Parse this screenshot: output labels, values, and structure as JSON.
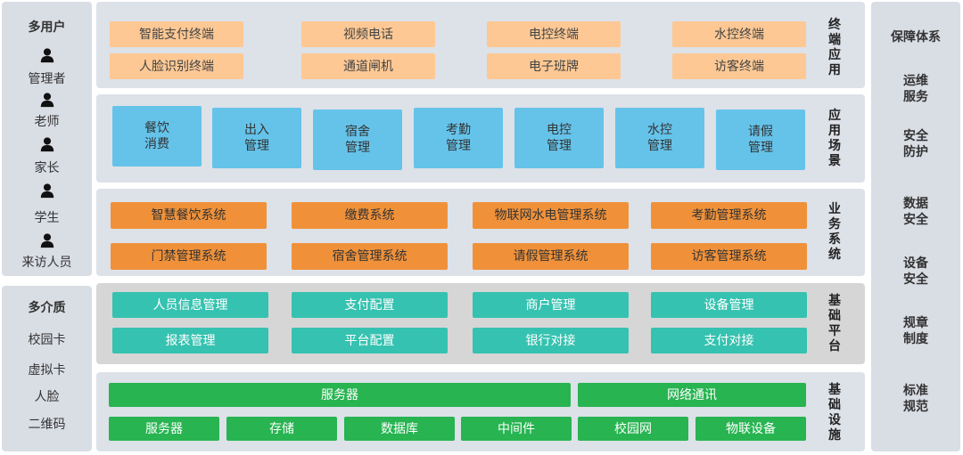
{
  "users": {
    "title": "多用户",
    "items": [
      "管理者",
      "老师",
      "家长",
      "学生",
      "来访人员"
    ]
  },
  "media": {
    "title": "多介质",
    "items": [
      "校园卡",
      "虚拟卡",
      "人脸",
      "二维码"
    ]
  },
  "layers": {
    "terminal": {
      "label": [
        "终",
        "端",
        "应",
        "用"
      ],
      "items": [
        "智能支付终端",
        "视频电话",
        "电控终端",
        "水控终端",
        "人脸识别终端",
        "通道闸机",
        "电子班牌",
        "访客终端"
      ]
    },
    "scenario": {
      "label": [
        "应",
        "用",
        "场",
        "景"
      ],
      "items": [
        [
          "餐饮",
          "消费"
        ],
        [
          "出入",
          "管理"
        ],
        [
          "宿舍",
          "管理"
        ],
        [
          "考勤",
          "管理"
        ],
        [
          "电控",
          "管理"
        ],
        [
          "水控",
          "管理"
        ],
        [
          "请假",
          "管理"
        ]
      ]
    },
    "business": {
      "label": [
        "业",
        "务",
        "系",
        "统"
      ],
      "items": [
        "智慧餐饮系统",
        "缴费系统",
        "物联网水电管理系统",
        "考勤管理系统",
        "门禁管理系统",
        "宿舍管理系统",
        "请假管理系统",
        "访客管理系统"
      ]
    },
    "platform": {
      "label": [
        "基",
        "础",
        "平",
        "台"
      ],
      "items": [
        "人员信息管理",
        "支付配置",
        "商户管理",
        "设备管理",
        "报表管理",
        "平台配置",
        "银行对接",
        "支付对接"
      ]
    },
    "infra": {
      "label": [
        "基",
        "础",
        "设",
        "施"
      ],
      "top": [
        "服务器",
        "网络通讯"
      ],
      "bottom": [
        "服务器",
        "存储",
        "数据库",
        "中间件",
        "校园网",
        "物联设备"
      ]
    }
  },
  "assurance": {
    "title": "保障体系",
    "items": [
      [
        "运维",
        "服务"
      ],
      [
        "安全",
        "防护"
      ],
      [
        "数据",
        "安全"
      ],
      [
        "设备",
        "安全"
      ],
      [
        "规章",
        "制度"
      ],
      [
        "标准",
        "规范"
      ]
    ]
  },
  "colors": {
    "panel": "#dde1e8",
    "side_panel": "#d9dde4",
    "platform_panel": "#d6d6d6",
    "peach": "#fdc894",
    "blue": "#65c3ea",
    "orange": "#f0913a",
    "teal": "#36c2b0",
    "green": "#27b451"
  }
}
